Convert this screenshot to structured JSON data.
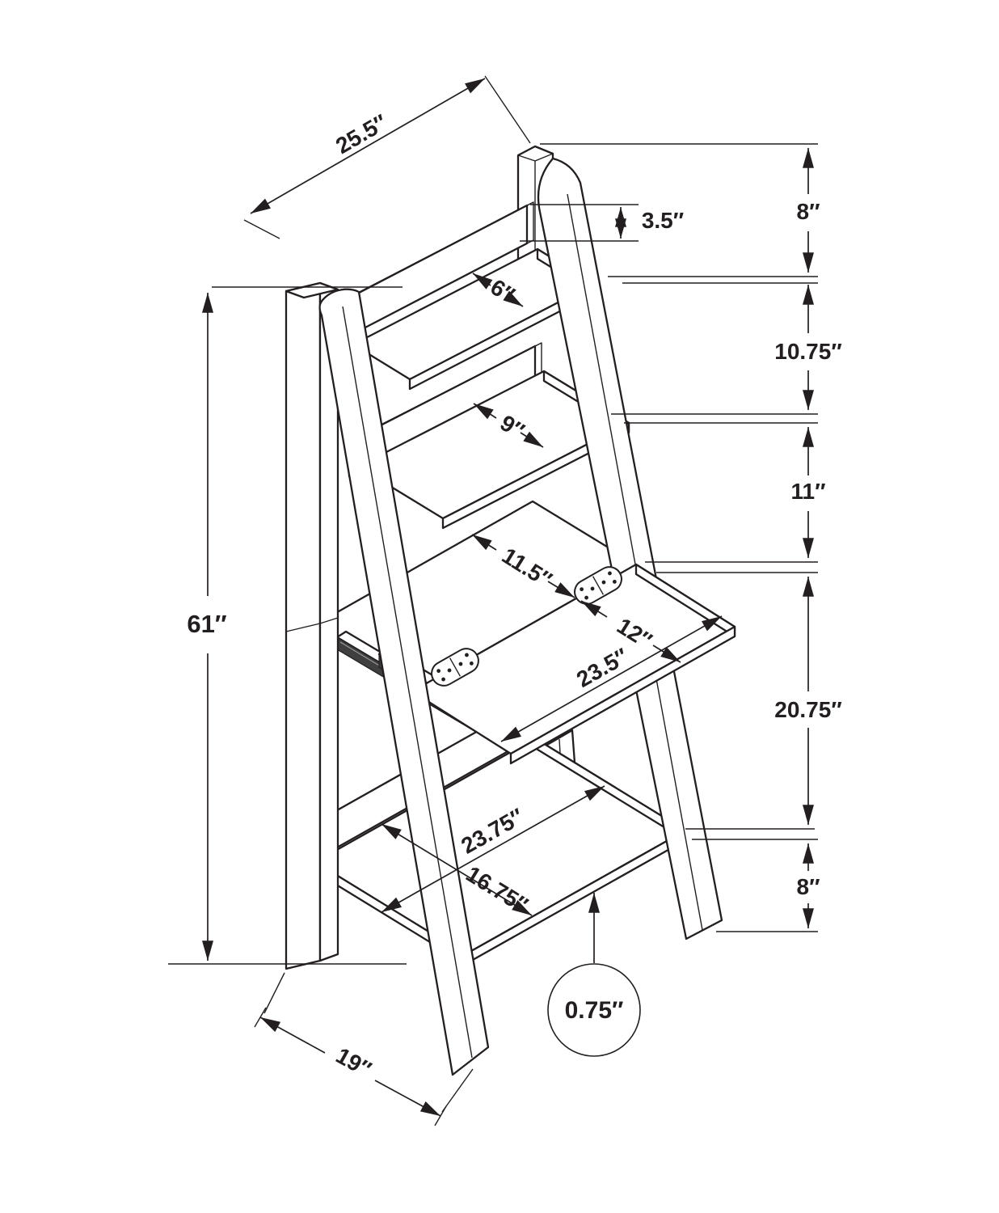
{
  "figure": {
    "type": "isometric technical line drawing",
    "subject": "ladder-style wall desk with fold-down desktop, two upper shelves and a lower shelf",
    "background_color": "#ffffff",
    "line_color": "#231f20"
  },
  "dimensions": {
    "top_width": {
      "label": "25.5″",
      "value": 25.5
    },
    "top_rail_height": {
      "label": "3.5″",
      "value": 3.5
    },
    "top_gap": {
      "label": "8″",
      "value": 8
    },
    "shelf1_depth": {
      "label": "6″",
      "value": 6
    },
    "gap_shelf1_shelf2": {
      "label": "10.75″",
      "value": 10.75
    },
    "shelf2_depth": {
      "label": "9″",
      "value": 9
    },
    "gap_shelf2_desk": {
      "label": "11″",
      "value": 11
    },
    "desk_fixed_depth": {
      "label": "11.5″",
      "value": 11.5
    },
    "desk_fold_depth": {
      "label": "12″",
      "value": 12
    },
    "desk_width": {
      "label": "23.5″",
      "value": 23.5
    },
    "gap_desk_bottom_shelf": {
      "label": "20.75″",
      "value": 20.75
    },
    "overall_height": {
      "label": "61″",
      "value": 61
    },
    "bottom_shelf_width": {
      "label": "23.75″",
      "value": 23.75
    },
    "bottom_shelf_depth": {
      "label": "16.75″",
      "value": 16.75
    },
    "bottom_gap": {
      "label": "8″",
      "value": 8
    },
    "panel_thickness": {
      "label": "0.75″",
      "value": 0.75
    },
    "base_depth": {
      "label": "19″",
      "value": 19
    }
  }
}
